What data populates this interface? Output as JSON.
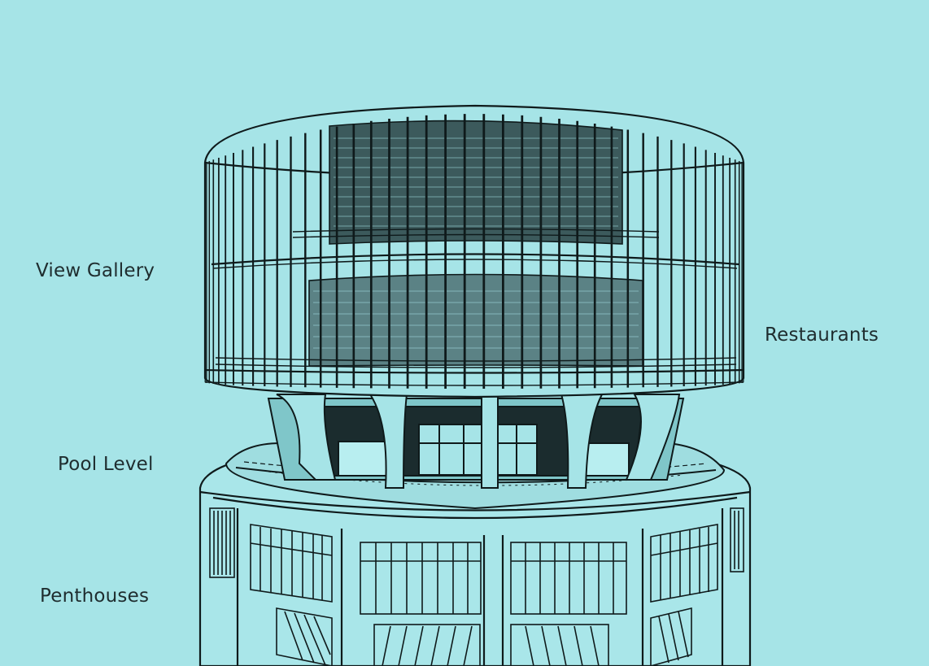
{
  "labels": {
    "view_gallery": "View Gallery",
    "restaurants": "Restaurants",
    "pool_level": "Pool Level",
    "penthouses": "Penthouses"
  },
  "colors": {
    "background": "#a6e4e7",
    "ink": "#0f1a1b",
    "label": "#1f2d2f"
  }
}
